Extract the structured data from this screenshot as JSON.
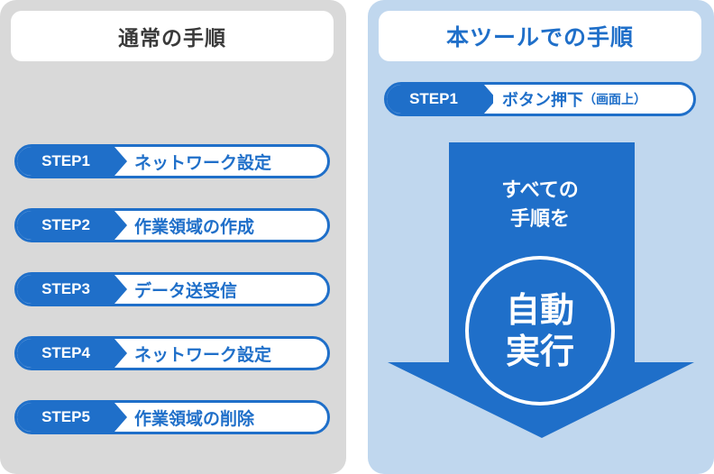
{
  "left": {
    "title": "通常の手順",
    "steps": [
      {
        "tag": "STEP1",
        "label": "ネットワーク設定"
      },
      {
        "tag": "STEP2",
        "label": "作業領域の作成"
      },
      {
        "tag": "STEP3",
        "label": "データ送受信"
      },
      {
        "tag": "STEP4",
        "label": "ネットワーク設定"
      },
      {
        "tag": "STEP5",
        "label": "作業領域の削除"
      }
    ]
  },
  "right": {
    "title": "本ツールでの手順",
    "step": {
      "tag": "STEP1",
      "label": "ボタン押下",
      "note": "（画面上）"
    },
    "arrow_line1": "すべての",
    "arrow_line2": "手順を",
    "circle_line1": "自動",
    "circle_line2": "実行"
  },
  "colors": {
    "accent": "#1f6fc9",
    "left_bg": "#d9d9d9",
    "right_bg": "#c0d7ee"
  }
}
